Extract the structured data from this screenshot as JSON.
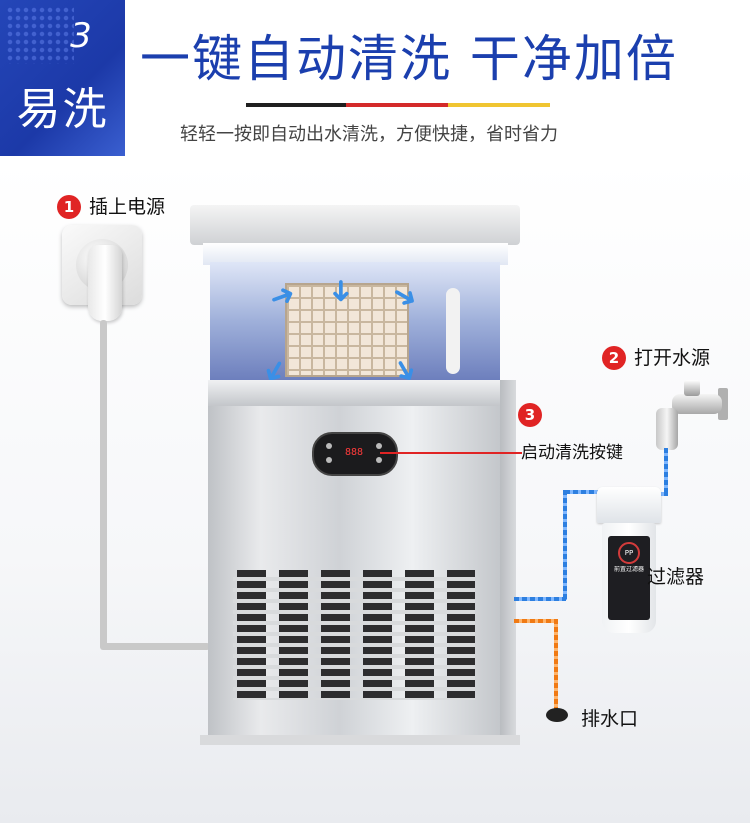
{
  "badge": {
    "number": "3",
    "label": "易洗"
  },
  "header": {
    "title": "一键自动清洗 干净加倍",
    "subtitle": "轻轻一按即自动出水清洗，方便快捷，省时省力",
    "title_bar_colors": [
      "#1f1f1f",
      "#d42a2a",
      "#f0c531"
    ]
  },
  "steps": [
    {
      "number": "1",
      "label": "插上电源"
    },
    {
      "number": "2",
      "label": "打开水源"
    },
    {
      "number": "3",
      "label": "启动清洗按键"
    }
  ],
  "labels": {
    "filter": "过滤器",
    "drain": "排水口"
  },
  "panel": {
    "display": "888"
  },
  "filter_unit": {
    "badge": "PP",
    "name": "前置过滤器"
  },
  "colors": {
    "brand_blue": "#1b3fae",
    "step_red": "#e02424",
    "water_in_blue": "#2d7fe0",
    "drain_orange": "#f07a14"
  },
  "icons": [
    "wall-socket-icon",
    "plug-icon",
    "faucet-icon",
    "water-filter-icon",
    "drain-icon",
    "airflow-arrow-icon"
  ]
}
